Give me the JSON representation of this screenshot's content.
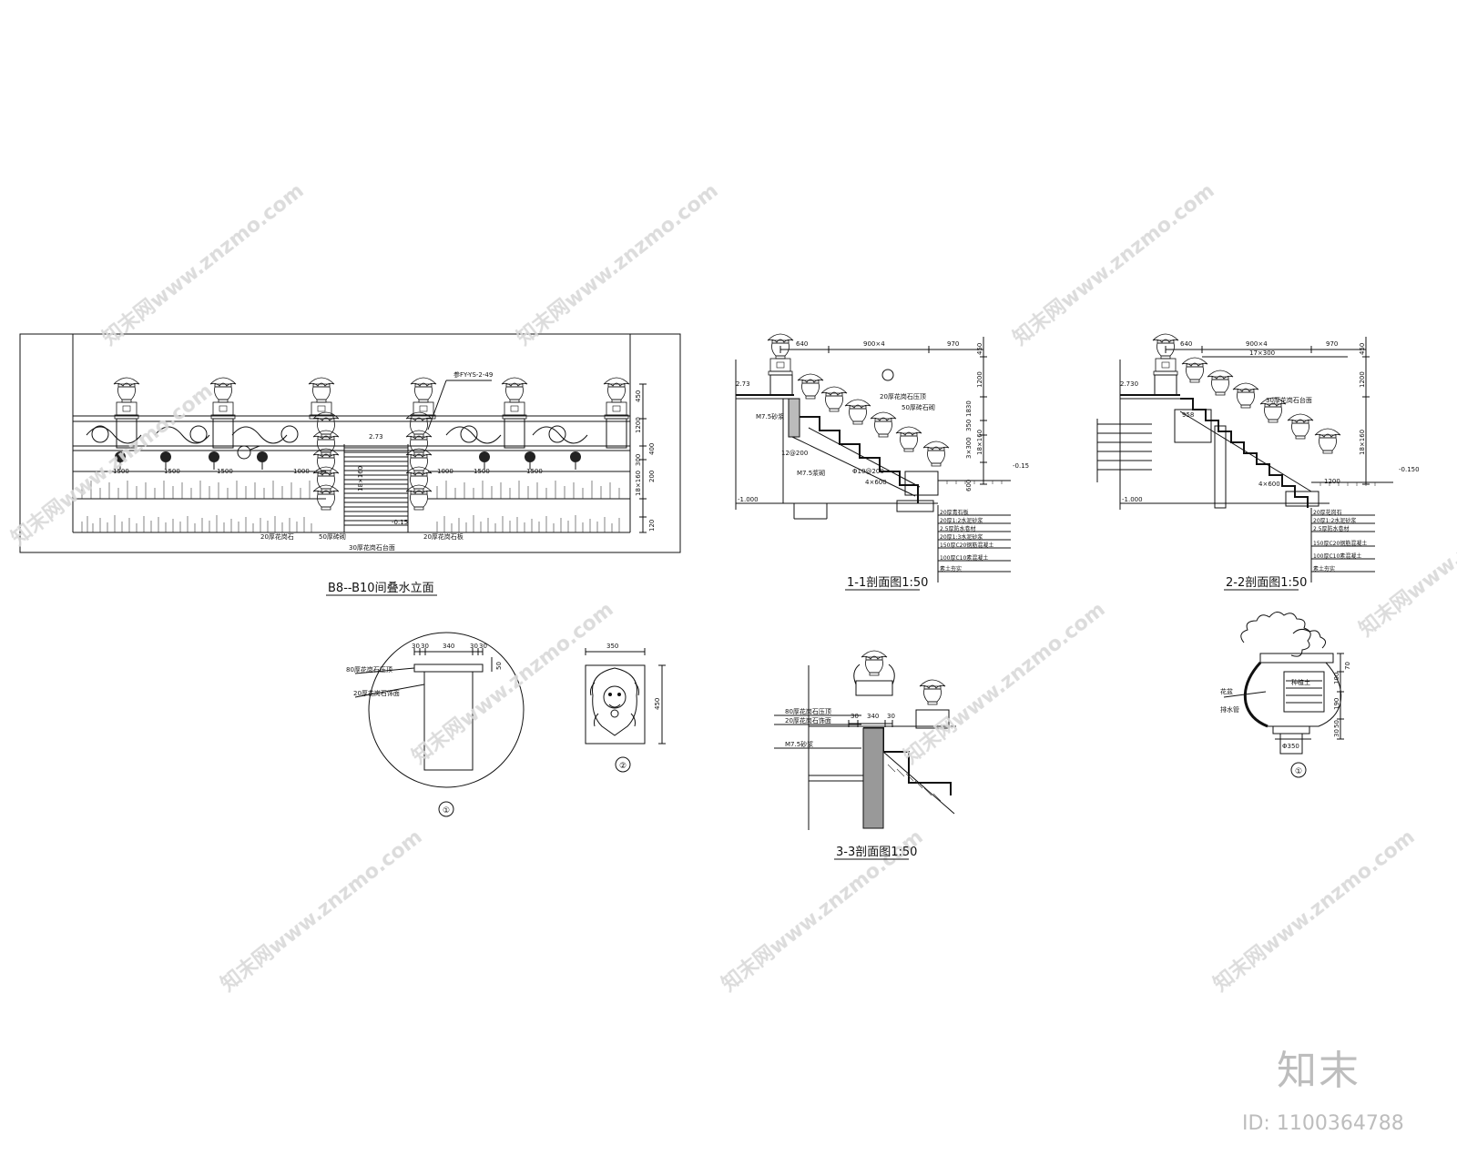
{
  "drawings": {
    "elevation": {
      "title": "B8--B10间叠水立面",
      "callout_top": "参FY-YS-2-49",
      "level_top": "2.73",
      "level_bottom": "-0.15",
      "span_labels": [
        "1500",
        "1500",
        "1500",
        "1000",
        "1000",
        "1500",
        "1500"
      ],
      "dim_right": [
        "450",
        "1200",
        "400",
        "300",
        "18×160",
        "200",
        "120"
      ],
      "stair_dim": "18×160",
      "bottom_labels": [
        "20厚花岗石",
        "50厚砖砌",
        "30厚花岗石台面",
        "20厚花岗石板"
      ]
    },
    "section_1_1": {
      "title": "1-1剖面图1:50",
      "dims_top": [
        "640",
        "900×4",
        "970"
      ],
      "level_top": "2.73",
      "level_right": "-0.15",
      "level_bottom": "-1.000",
      "dims_right": [
        "450",
        "1200",
        "1830",
        "350",
        "3×300",
        "600"
      ],
      "dim_vertical": "18×160",
      "notes": [
        "M7.5砂浆",
        "M7.5浆砌",
        "Φ10@200",
        "12@200",
        "20厚花岗石压顶",
        "50厚砖石砌",
        "4×600"
      ],
      "layers": [
        "20厚青石板",
        "20厚1:2水泥砂浆",
        "2.5厚防水卷材",
        "20厚1:3水泥砂浆",
        "150厚C20钢筋混凝土",
        "100厚C10素混凝土",
        "素土夯实"
      ]
    },
    "section_2_2": {
      "title": "2-2剖面图1:50",
      "dims_top": [
        "640",
        "900×4",
        "970",
        "17×300"
      ],
      "level_top": "2.730",
      "level_right": "-0.150",
      "level_bottom": "-1.000",
      "dims_right": [
        "450",
        "1200",
        "18×160"
      ],
      "dim_bottom": "4×600",
      "dim_bottom2": "1200",
      "notes": [
        "30厚花岗石台面",
        "958"
      ],
      "layers": [
        "20厚花岗石",
        "20厚1:2水泥砂浆",
        "2.5厚防水卷材",
        "150厚C20钢筋混凝土",
        "100厚C10素混凝土",
        "素土夯实"
      ]
    },
    "section_3_3": {
      "title": "3-3剖面图1:50",
      "notes": [
        "80厚花岗石压顶",
        "20厚花岗石饰面",
        "M7.5砂浆"
      ],
      "dims": [
        "30",
        "340",
        "30"
      ]
    },
    "detail_1": {
      "label": "①",
      "dims_top": [
        "30",
        "30",
        "340",
        "30",
        "30"
      ],
      "dim_side": "50",
      "notes": [
        "80厚花岗石压顶",
        "20厚花岗石饰面"
      ]
    },
    "detail_2": {
      "label": "②",
      "dim_top": "350",
      "dim_side": "450"
    },
    "detail_urn": {
      "label": "①",
      "dims_side": [
        "70",
        "100",
        "190",
        "50",
        "30"
      ],
      "dim_bottom": "Φ350",
      "notes": [
        "花盆",
        "种植土",
        "排水管"
      ]
    }
  },
  "watermark": "知末网www.znzmo.com",
  "brand": {
    "logo": "知末",
    "id_text": "ID: 1100364788"
  }
}
